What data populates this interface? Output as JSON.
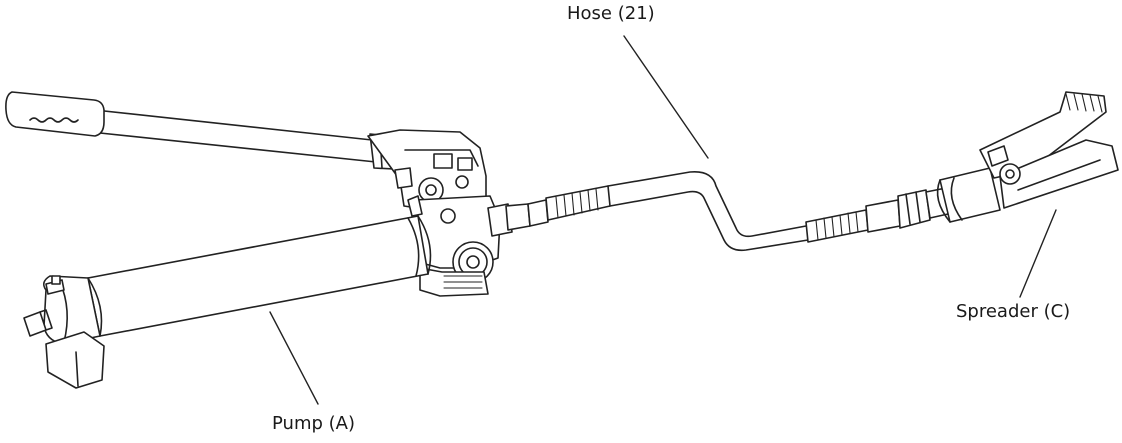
{
  "labels": {
    "hose": "Hose (21)",
    "spreader": "Spreader (C)",
    "pump": "Pump (A)"
  }
}
